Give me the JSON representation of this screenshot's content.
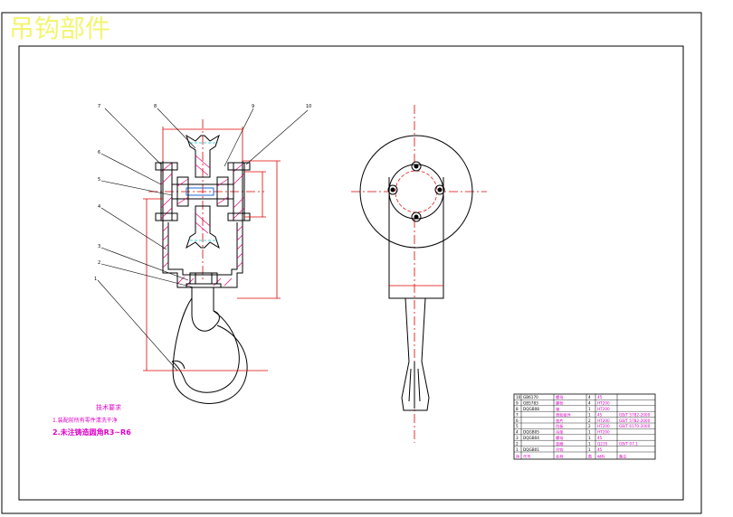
{
  "title": "吊钩部件",
  "colors": {
    "title": "#f3f56f",
    "outline": "#000000",
    "dimension": "#e00000",
    "hatch": "#e0007a",
    "notes": "#e000c8",
    "blue": "#1e6ad8",
    "cyan": "#00c8d0"
  },
  "notes": {
    "heading": "技术要求",
    "line1": "1.装配前所有零件清洗干净",
    "line2": "2.未注铸造圆角R3~R6"
  },
  "leader_numbers": [
    "7",
    "8",
    "9",
    "10",
    "6",
    "5",
    "4",
    "3",
    "2",
    "1"
  ],
  "bom_rows": [
    [
      "10",
      "GB6170",
      "螺母",
      "4",
      "45",
      ""
    ],
    [
      "9",
      "GB5783",
      "螺栓",
      "4",
      "HT200",
      ""
    ],
    [
      "8",
      "DQGB08",
      "轴",
      "1",
      "HT200",
      ""
    ],
    [
      "7",
      "",
      "滑轮组件",
      "1",
      "45",
      "GB/T 5782-2000"
    ],
    [
      "6",
      "",
      "垫片",
      "2",
      "HT200",
      "GB/T 5782-2000"
    ],
    [
      "5",
      "",
      "挡板",
      "2",
      "HT200",
      "GB/T 6170-2000"
    ],
    [
      "4",
      "DQGB05",
      "吊架",
      "1",
      "HT200",
      ""
    ],
    [
      "3",
      "DQGB04",
      "螺母",
      "1",
      "45",
      ""
    ],
    [
      "2",
      "",
      "垫圈",
      "1",
      "Q235",
      "GB/T 97.1"
    ],
    [
      "1",
      "DQGB01",
      "吊钩",
      "1",
      "45",
      ""
    ]
  ],
  "bom_header": [
    "序",
    "代号",
    "名称",
    "数",
    "材料",
    "备注"
  ]
}
